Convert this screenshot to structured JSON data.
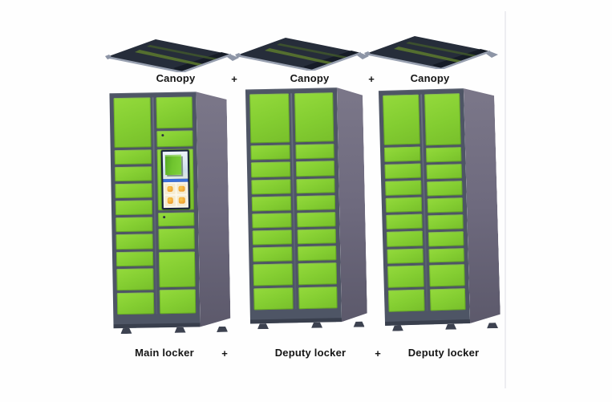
{
  "canopy_row": {
    "labels": [
      "Canopy",
      "Canopy",
      "Canopy"
    ],
    "plus": "+"
  },
  "locker_row": {
    "labels": [
      "Main locker",
      "Deputy locker",
      "Deputy locker"
    ],
    "plus": "+"
  },
  "colors": {
    "door_green": "#84cb33",
    "cabinet_frame_gray": "#4e5565",
    "cabinet_side_gray": "#6e6a7e",
    "canopy_dark": "#262d3a",
    "canopy_edge_light": "#9aa2b2",
    "screen_nav_blue": "#3a6fd8",
    "tile_cream": "#f6ecd0",
    "tile_icon_orange": "#ee9d2b"
  },
  "lockers": [
    {
      "name": "main-locker",
      "columns": [
        {
          "doors": [
            {
              "h": 3.4
            },
            {
              "h": 1
            },
            {
              "h": 1
            },
            {
              "h": 1
            },
            {
              "h": 1
            },
            {
              "h": 1
            },
            {
              "h": 1
            },
            {
              "h": 1
            },
            {
              "h": 1.5
            },
            {
              "h": 1.5
            }
          ]
        },
        {
          "doors": [
            {
              "h": 2.2
            },
            {
              "h": 1.1,
              "lock": true
            },
            {
              "h": 4.2,
              "screen": true
            },
            {
              "h": 1,
              "lock": true
            },
            {
              "h": 1.45
            },
            {
              "h": 2.45
            },
            {
              "h": 1.65
            }
          ]
        }
      ]
    },
    {
      "name": "deputy-locker-1",
      "columns": [
        {
          "doors": [
            {
              "h": 3.4
            },
            {
              "h": 1
            },
            {
              "h": 1
            },
            {
              "h": 1
            },
            {
              "h": 1
            },
            {
              "h": 1
            },
            {
              "h": 1
            },
            {
              "h": 1
            },
            {
              "h": 1.5
            },
            {
              "h": 1.5
            }
          ]
        },
        {
          "doors": [
            {
              "h": 3.4
            },
            {
              "h": 1
            },
            {
              "h": 1
            },
            {
              "h": 1
            },
            {
              "h": 1
            },
            {
              "h": 1
            },
            {
              "h": 1
            },
            {
              "h": 1
            },
            {
              "h": 1.5
            },
            {
              "h": 1.5
            }
          ]
        }
      ]
    },
    {
      "name": "deputy-locker-2",
      "columns": [
        {
          "doors": [
            {
              "h": 3.4
            },
            {
              "h": 1
            },
            {
              "h": 1
            },
            {
              "h": 1
            },
            {
              "h": 1
            },
            {
              "h": 1
            },
            {
              "h": 1
            },
            {
              "h": 1
            },
            {
              "h": 1.5
            },
            {
              "h": 1.5
            }
          ]
        },
        {
          "doors": [
            {
              "h": 3.6
            },
            {
              "h": 1
            },
            {
              "h": 1
            },
            {
              "h": 1
            },
            {
              "h": 1
            },
            {
              "h": 1
            },
            {
              "h": 1
            },
            {
              "h": 1
            },
            {
              "h": 1.5
            },
            {
              "h": 1.5
            }
          ]
        }
      ]
    }
  ],
  "screen": {
    "name": "kiosk-touchscreen",
    "photo": "green-locker-photo",
    "menu_tiles": [
      "menu-tile-1",
      "menu-tile-2",
      "menu-tile-3",
      "menu-tile-4"
    ]
  }
}
